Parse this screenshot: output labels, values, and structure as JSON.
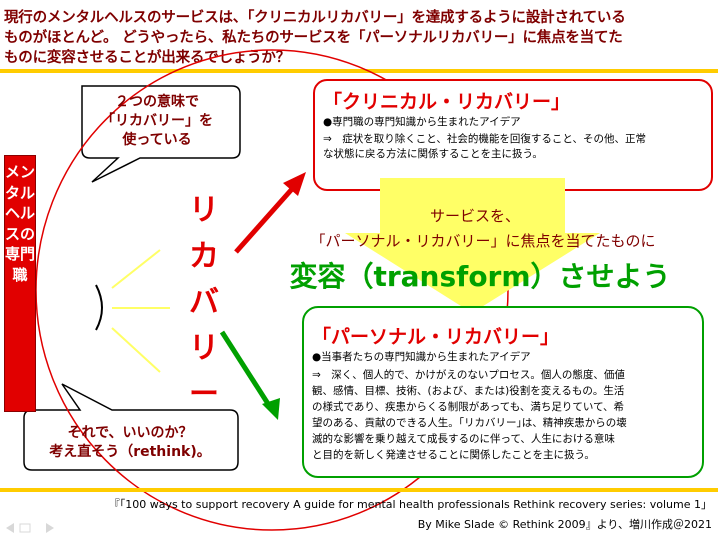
{
  "header": {
    "line1": "現行のメンタルヘルスのサービスは、「クリニカルリカバリー」を達成するように設計されている",
    "line2": "ものがほとんど。 どうやったら、私たちのサービスを「パーソナルリカバリー」に焦点を当てた",
    "line3": "ものに変容させることが出来るでしょうか？"
  },
  "left_box": {
    "text": "メンタルヘルスの専門職"
  },
  "callout_top": {
    "line1": "２つの意味で",
    "line2": "「リカバリー」を",
    "line3": "使っている"
  },
  "callout_bottom": {
    "line1": "それで、いいのか？",
    "line2": "考え直そう（rethink)。"
  },
  "ribbon": {
    "text": "リカバリー"
  },
  "clinical": {
    "title": "「クリニカル・リカバリー」",
    "line1": "●専門職の専門知識から生まれたアイデア",
    "line2": "⇒　症状を取り除くこと、社会的機能を回復すること、その他、正常",
    "line3": "な状態に戻る方法に関係することを主に扱う。"
  },
  "transform": {
    "line1": "サービスを、",
    "line2": "「パーソナル・リカバリー」に焦点を当てたものに",
    "line3": "変容（transform）させよう"
  },
  "personal": {
    "title": "「パーソナル・リカバリー」",
    "line1": "●当事者たちの専門知識から生まれたアイデア",
    "line2": "⇒　深く、個人的で、かけがえのないプロセス。個人の態度、価値",
    "line3": "観、感情、目標、技術、(および、または)役割を変えるもの。生活",
    "line4": "の様式であり、疾患からくる制限があっても、満ち足りていて、希",
    "line5": "望のある、貢献のできる人生。｢リカバリー｣は、精神疾患からの壊",
    "line6": "滅的な影響を乗り越えて成長するのに伴って、人生における意味",
    "line7": "と目的を新しく発達させることに関係したことを主に扱う。"
  },
  "footer": {
    "line1": "『「100 ways to support recovery  A guide for mental health professionals  Rethink recovery series: volume 1」",
    "line2": "By Mike Slade  © Rethink 2009』より、増川作成＠2021"
  },
  "colors": {
    "dark_red": "#7f0000",
    "red": "#e10000",
    "green": "#00a000",
    "yellow": "#ffcc00",
    "arrow_yellow": "#ffff66"
  }
}
